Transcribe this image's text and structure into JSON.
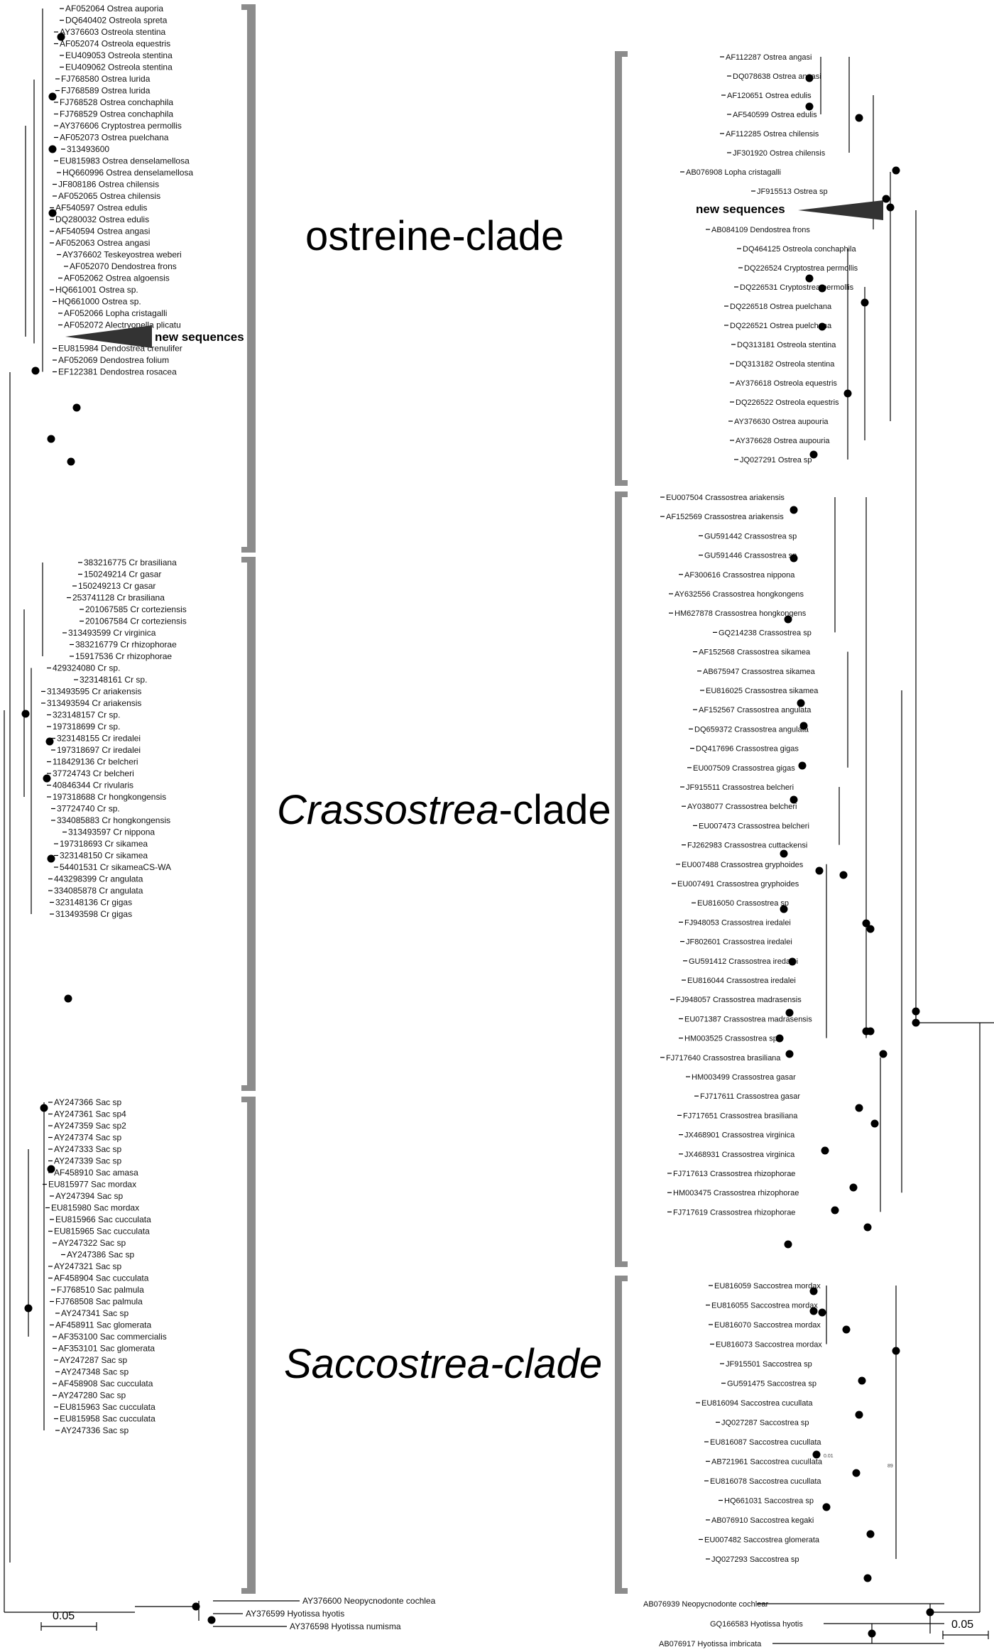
{
  "left_tree": {
    "ostreine": [
      "AF052064 Ostrea auporia",
      "DQ640402 Ostreola spreta",
      "AY376603 Ostreola stentina",
      "AF052074 Ostreola equestris",
      "EU409053 Ostreola stentina",
      "EU409062 Ostreola stentina",
      "FJ768580 Ostrea lurida",
      "FJ768589 Ostrea lurida",
      "FJ768528 Ostrea conchaphila",
      "FJ768529 Ostrea conchaphila",
      "AY376606 Cryptostrea permollis",
      "AF052073 Ostrea puelchana",
      "313493600",
      "EU815983 Ostrea denselamellosa",
      "HQ660996 Ostrea denselamellosa",
      "JF808186 Ostrea chilensis",
      "AF052065 Ostrea chilensis",
      "AF540597 Ostrea edulis",
      "DQ280032 Ostrea edulis",
      "AF540594 Ostrea angasi",
      "AF052063 Ostrea angasi",
      "AY376602 Teskeyostrea weberi",
      "AF052070 Dendostrea frons",
      "AF052062 Ostrea algoensis",
      "HQ661001 Ostrea sp.",
      "HQ661000 Ostrea sp.",
      "AF052066 Lopha cristagalli",
      "AF052072 Alectryonella plicatu",
      "",
      "EU815984 Dendostrea crenulifer",
      "AF052069 Dendostrea folium",
      "EF122381 Dendostrea rosacea"
    ],
    "crassostrea": [
      "383216775 Cr brasiliana",
      "150249214 Cr gasar",
      "150249213 Cr gasar",
      "253741128 Cr brasiliana",
      "201067585 Cr corteziensis",
      "201067584 Cr corteziensis",
      "313493599 Cr virginica",
      "383216779 Cr rhizophorae",
      "15917536 Cr rhizophorae",
      "429324080 Cr sp.",
      "323148161 Cr sp.",
      "313493595 Cr ariakensis",
      "313493594 Cr ariakensis",
      "323148157 Cr sp.",
      "197318699 Cr sp.",
      "323148155 Cr iredalei",
      "197318697 Cr iredalei",
      "118429136 Cr belcheri",
      "37724743 Cr belcheri",
      "40846344 Cr rivularis",
      "197318688 Cr hongkongensis",
      "37724740 Cr sp.",
      "334085883 Cr hongkongensis",
      "313493597 Cr nippona",
      "197318693 Cr sikamea",
      "323148150 Cr sikamea",
      "54401531 Cr sikameaCS-WA",
      "443298399 Cr angulata",
      "334085878 Cr angulata",
      "323148136 Cr gigas",
      "313493598 Cr gigas"
    ],
    "saccostrea": [
      "AY247366 Sac sp",
      "AY247361 Sac sp4",
      "AY247359 Sac sp2",
      "AY247374 Sac sp",
      "AY247333 Sac sp",
      "AY247339 Sac sp",
      "AF458910 Sac amasa",
      "EU815977 Sac mordax",
      "AY247394 Sac sp",
      "EU815980 Sac mordax",
      "EU815966 Sac cucculata",
      "EU815965 Sac cucculata",
      "AY247322 Sac sp",
      "AY247386 Sac sp",
      "AY247321 Sac sp",
      "AF458904 Sac cucculata",
      "FJ768510 Sac palmula",
      "FJ768508 Sac palmula",
      "AY247341 Sac sp",
      "AF458911 Sac glomerata",
      "AF353100 Sac commercialis",
      "AF353101 Sac glomerata",
      "AY247287 Sac sp",
      "AY247348 Sac sp",
      "AF458908 Sac cucculata",
      "AY247280 Sac sp",
      "EU815963 Sac cucculata",
      "EU815958 Sac cucculata",
      "AY247336 Sac sp"
    ],
    "outgroup": [
      "AY376600 Neopycnodonte cochlea",
      "AY376599 Hyotissa hyotis",
      "AY376598 Hyotissa numisma"
    ],
    "new_sequences": "new sequences",
    "scale": "0.05"
  },
  "right_tree": {
    "ostreine": [
      "AF112287 Ostrea angasi",
      "DQ078638 Ostrea angasi",
      "AF120651 Ostrea edulis",
      "AF540599 Ostrea edulis",
      "AF112285 Ostrea chilensis",
      "JF301920 Ostrea chilensis",
      "AB076908 Lopha cristagalli",
      "JF915513 Ostrea sp",
      "",
      "AB084109 Dendostrea frons",
      "DQ464125 Ostreola conchaphila",
      "DQ226524 Cryptostrea permollis",
      "DQ226531 Cryptostrea permollis",
      "DQ226518 Ostrea puelchana",
      "DQ226521 Ostrea puelchana",
      "DQ313181 Ostreola stentina",
      "DQ313182 Ostreola stentina",
      "AY376618 Ostreola equestris",
      "DQ226522 Ostreola equestris",
      "AY376630 Ostrea aupouria",
      "AY376628 Ostrea aupouria",
      "JQ027291 Ostrea sp"
    ],
    "crassostrea": [
      "EU007504 Crassostrea ariakensis",
      "AF152569 Crassostrea ariakensis",
      "GU591442 Crassostrea sp",
      "GU591446 Crassostrea sp",
      "AF300616 Crassostrea nippona",
      "AY632556 Crassostrea hongkongens",
      "HM627878 Crassostrea hongkongens",
      "GQ214238 Crassostrea sp",
      "AF152568 Crassostrea sikamea",
      "AB675947 Crassostrea sikamea",
      "EU816025 Crassostrea sikamea",
      "AF152567 Crassostrea angulata",
      "DQ659372 Crassostrea angulata",
      "DQ417696 Crassostrea gigas",
      "EU007509 Crassostrea gigas",
      "JF915511 Crassostrea belcheri",
      "AY038077 Crassostrea belcheri",
      "EU007473 Crassostrea belcheri",
      "FJ262983 Crassostrea cuttackensi",
      "EU007488 Crassostrea gryphoides",
      "EU007491 Crassostrea gryphoides",
      "EU816050 Crassostrea sp",
      "FJ948053 Crassostrea iredalei",
      "JF802601 Crassostrea iredalei",
      "GU591412 Crassostrea iredalei",
      "EU816044 Crassostrea iredalei",
      "FJ948057 Crassostrea madrasensis",
      "EU071387 Crassostrea madrasensis",
      "HM003525 Crassostrea sp",
      "FJ717640 Crassostrea brasiliana",
      "HM003499 Crassostrea gasar",
      "FJ717611 Crassostrea gasar",
      "FJ717651 Crassostrea brasiliana",
      "JX468901 Crassostrea virginica",
      "JX468931 Crassostrea virginica",
      "FJ717613 Crassostrea rhizophorae",
      "HM003475 Crassostrea rhizophorae",
      "FJ717619 Crassostrea rhizophorae"
    ],
    "saccostrea": [
      "EU816059 Saccostrea mordax",
      "EU816055 Saccostrea mordax",
      "EU816070 Saccostrea mordax",
      "EU816073 Saccostrea mordax",
      "JF915501 Saccostrea sp",
      "GU591475 Saccostrea sp",
      "EU816094 Saccostrea cucullata",
      "JQ027287 Saccostrea sp",
      "EU816087 Saccostrea cucullata",
      "AB721961 Saccostrea cucullata",
      "EU816078 Saccostrea cucullata",
      "HQ661031 Saccostrea sp",
      "AB076910 Saccostrea kegaki",
      "EU007482 Saccostrea glomerata",
      "JQ027293 Saccostrea sp"
    ],
    "outgroup": [
      "AB076939 Neopycnodonte cochlear",
      "GQ166583 Hyotissa hyotis",
      "AB076917 Hyotissa imbricata"
    ],
    "new_sequences": "new sequences",
    "scale": "0.05",
    "tiny_labels": [
      "0.01",
      "89"
    ]
  },
  "clade_labels": {
    "ostreine": "ostreine-clade",
    "crassostrea_italic": "Crassostrea",
    "crassostrea_suffix": "-clade",
    "saccostrea": "Saccostrea-clade"
  }
}
